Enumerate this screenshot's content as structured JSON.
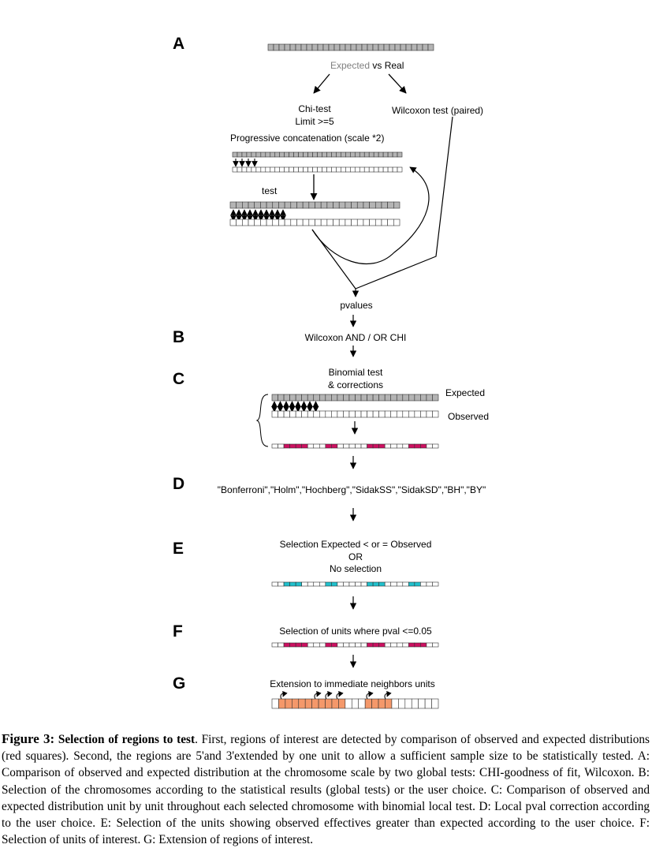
{
  "panels": {
    "a": {
      "letter": "A",
      "expected_word": "Expected",
      "vs_real": " vs Real",
      "chi_test": "Chi-test",
      "chi_limit": "Limit >=5",
      "wilcoxon": "Wilcoxon test (paired)",
      "progressive": "Progressive concatenation (scale *2)",
      "test": "test",
      "pvalues": "pvalues"
    },
    "b": {
      "letter": "B",
      "text": "Wilcoxon AND / OR CHI"
    },
    "c": {
      "letter": "C",
      "binomial": "Binomial test",
      "corrections": "& corrections",
      "expected": "Expected",
      "observed": "Observed"
    },
    "d": {
      "letter": "D",
      "methods": "\"Bonferroni\",\"Holm\",\"Hochberg\",\"SidakSS\",\"SidakSD\",\"BH\",\"BY\""
    },
    "e": {
      "letter": "E",
      "line1": "Selection Expected < or = Observed",
      "line2": "OR",
      "line3": "No selection"
    },
    "f": {
      "letter": "F",
      "text": "Selection of units where pval <=0.05"
    },
    "g": {
      "letter": "G",
      "text": "Extension to immediate neighbors units"
    }
  },
  "colors": {
    "grey_cell": "#b4b4b4",
    "white_cell": "#ffffff",
    "red_cell": "#cc1060",
    "cyan_cell": "#20c0cc",
    "orange_cell": "#f4986a",
    "grey_text": "#808080"
  },
  "caption": {
    "lead": "Figure 3:",
    "heading": "Selection of regions to test",
    "body": ". First, regions of interest are detected by comparison of observed and expected distributions (red squares). Second, the regions are 5'and 3'extended by one unit to allow a sufficient sample size to be statistically tested. A: Comparison of observed and expected distribution at the chromosome scale by two global tests: CHI-goodness of fit, Wilcoxon. B: Selection of the chromosomes according to the statistical results (global tests) or the user choice. C: Comparison of observed and expected distribution unit by unit throughout each selected chromosome with binomial local test. D: Local pval correction according to the user choice. E: Selection of the units showing observed effectives greater than expected according to the user choice. F: Selection of units of interest. G: Extension of regions of interest."
  }
}
